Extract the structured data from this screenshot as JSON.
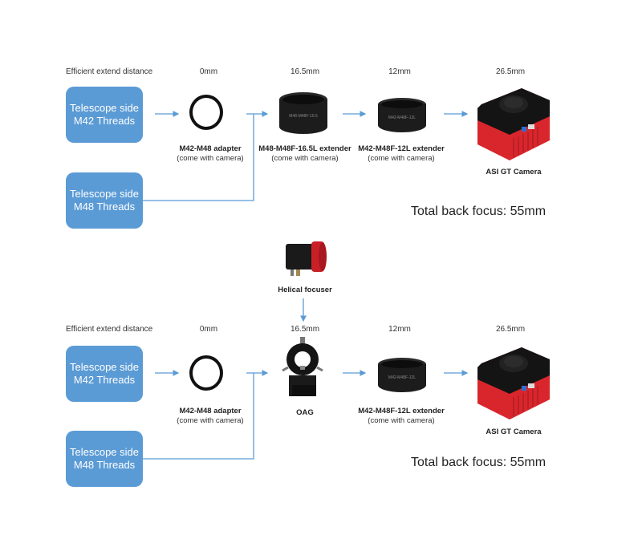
{
  "colors": {
    "box_blue": "#5b9bd5",
    "arrow_blue": "#5b9bd5",
    "camera_red": "#d9262c"
  },
  "sections": [
    {
      "label": "Efficient extend distance",
      "inputs": [
        {
          "line1": "Telescope side",
          "line2": "M42 Threads"
        },
        {
          "line1": "Telescope side",
          "line2": "M48 Threads"
        }
      ],
      "distances": [
        "0mm",
        "16.5mm",
        "12mm",
        "26.5mm"
      ],
      "items": [
        {
          "name": "M42-M48 adapter",
          "note": "(come with camera)"
        },
        {
          "name": "M48-M48F-16.5L extender",
          "note": "(come with camera)"
        },
        {
          "name": "M42-M48F-12L extender",
          "note": "(come with camera)"
        },
        {
          "name": "ASI GT Camera",
          "note": ""
        }
      ],
      "total": "Total back focus: 55mm"
    },
    {
      "label": "Efficient extend distance",
      "inputs": [
        {
          "line1": "Telescope side",
          "line2": "M42 Threads"
        },
        {
          "line1": "Telescope side",
          "line2": "M48 Threads"
        }
      ],
      "distances": [
        "0mm",
        "16.5mm",
        "12mm",
        "26.5mm"
      ],
      "items": [
        {
          "name": "M42-M48 adapter",
          "note": "(come with camera)"
        },
        {
          "name": "OAG",
          "note": ""
        },
        {
          "name": "M42-M48F-12L extender",
          "note": "(come with camera)"
        },
        {
          "name": "ASI GT Camera",
          "note": ""
        }
      ],
      "extra": {
        "name": "Helical focuser"
      },
      "total": "Total back focus: 55mm"
    }
  ]
}
